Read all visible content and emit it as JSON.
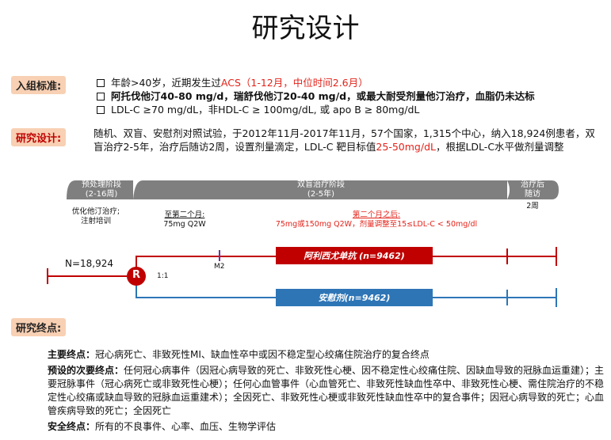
{
  "title": "研究设计",
  "inclusion": {
    "label": "入组标准:",
    "items": [
      {
        "pre": "年龄>40岁，近期发生过",
        "hl": "ACS（1-12月，中位时间2.6月）",
        "post": ""
      },
      {
        "pre": "阿托伐他汀40-80 mg/d，瑞舒伐他汀20-40 mg/d，或最大耐受剂量他汀治疗，血脂仍未达标",
        "hl": "",
        "post": ""
      },
      {
        "pre": "LDL-C ≥70 mg/dL，非HDL-C ≥ 100mg/dL, 或 apo B ≥ 80mg/dL",
        "hl": "",
        "post": ""
      }
    ]
  },
  "design": {
    "label": "研究设计:",
    "text_pre": "随机、双盲、安慰剂对照试验，于2012年11月-2017年11月，57个国家，1,315个中心，纳入18,924例患者，双盲治疗2-5年，治疗后随访2周，设置剂量滴定，LDL-C 靶目标值",
    "text_hl": "25-50mg/dL",
    "text_post": "，根据LDL-C水平做剂量调整"
  },
  "phases": {
    "pre": {
      "name": "预处理阶段",
      "duration": "(2-16周)",
      "note1": "优化他汀治疗;",
      "note2": "注射培训"
    },
    "double_blind": {
      "name": "双盲治疗阶段",
      "duration": "(2-5年)"
    },
    "post": {
      "name": "治疗后",
      "name2": "随访",
      "duration": "2周"
    }
  },
  "dosing": {
    "first_title": "至第二个月:",
    "first_dose": "75mg Q2W",
    "second_title": "第二个月之后:",
    "second_dose": "75mg或150mg Q2W，剂量调整至15≤LDL-C < 50mg/dl"
  },
  "timeline": {
    "n_label": "N=18,924",
    "r_label": "R",
    "ratio": "1:1",
    "m2": "M2",
    "arm_drug": "阿利西尤单抗 (n=9462)",
    "arm_placebo": "安慰剂(n=9462)"
  },
  "endpoints_section": {
    "label": "研究终点:",
    "primary_label": "主要终点：",
    "primary": "冠心病死亡、非致死性MI、缺血性卒中或因不稳定型心绞痛住院治疗的复合终点",
    "secondary_label": "预设的次要终点：",
    "secondary": "任何冠心病事件（因冠心病导致的死亡、非致死性心梗、因不稳定性心绞痛住院、因缺血导致的冠脉血运重建）；主要冠脉事件（冠心病死亡或非致死性心梗）；任何心血管事件（心血管死亡、非致死性缺血性卒中、非致死性心梗、需住院治疗的不稳定性心绞痛或缺血导致的冠脉血运重建术）；全因死亡、非致死性心梗或非致死性缺血性卒中的复合事件；因冠心病导致的死亡；心血管疾病导致的死亡；全因死亡",
    "safety_label": "安全终点：",
    "safety": "所有的不良事件、心率、血压、生物学评估"
  },
  "colors": {
    "drug_arm": "#c00000",
    "placebo_arm": "#2e75b6",
    "phase_bar": "#7f7f7f",
    "label_bg": "#f8d0b3"
  }
}
